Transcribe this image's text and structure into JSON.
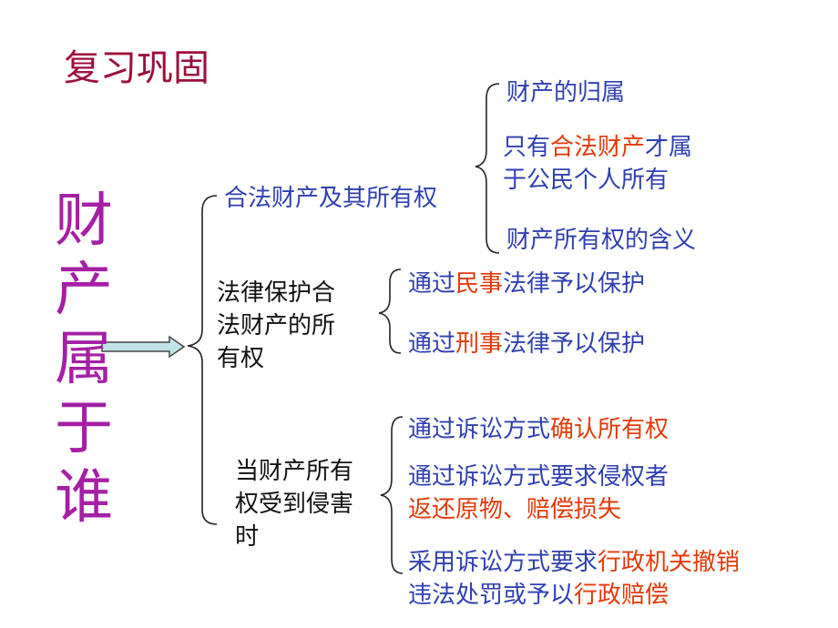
{
  "title": "复习巩固",
  "topic": [
    "财",
    "产",
    "属",
    "于",
    "谁"
  ],
  "branches": {
    "legal_property": {
      "label": "合法财产及其所有权",
      "items": {
        "belonging": "财产的归属",
        "only_line1": [
          "只有",
          "合法财产",
          "才属"
        ],
        "only_line2": "于公民个人所有",
        "meaning": "财产所有权的含义"
      }
    },
    "legal_protection": {
      "lines": [
        "法律保护合",
        "法财产的所",
        "有权"
      ],
      "items": {
        "civil": [
          "通过",
          "民事",
          "法律予以保护"
        ],
        "criminal": [
          "通过",
          "刑事",
          "法律予以保护"
        ]
      }
    },
    "infringed": {
      "lines": [
        "当财产所有",
        "权受到侵害",
        "时"
      ],
      "items": {
        "confirm": [
          "通过诉讼方式",
          "确认所有权"
        ],
        "return_line1": "通过诉讼方式要求侵权者",
        "return_line2": "返还原物、赔偿损失",
        "admin_line1": [
          "采用诉讼方式要求",
          "行政机关撤销"
        ],
        "admin_line2": [
          "违法处罚或予以",
          "行政赔偿"
        ]
      }
    }
  },
  "colors": {
    "title": "#9c0f3a",
    "topic": "#a51fa5",
    "blue_text": "#2f3fb0",
    "red_text": "#e23a0a",
    "arrow_fill": "#bfe3e8"
  }
}
